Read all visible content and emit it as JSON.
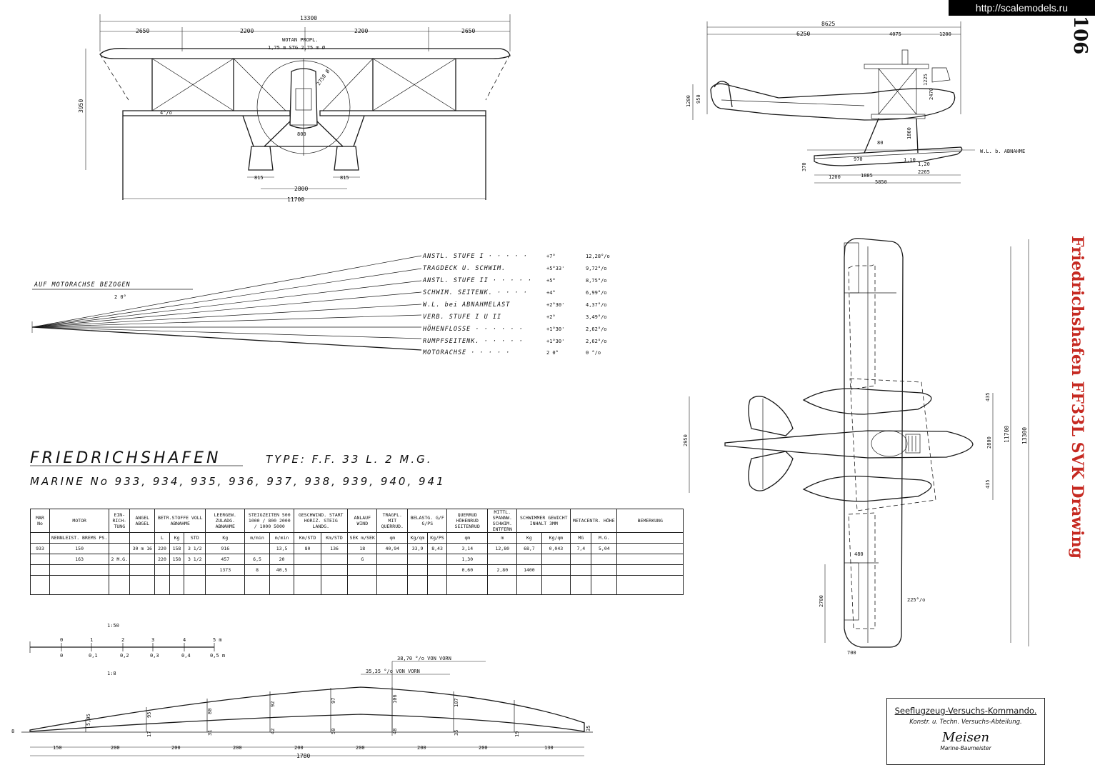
{
  "watermark": "http://scalemodels.ru",
  "page_number": "106",
  "side_title": "Friedrichshafen FF33L SVK Drawing",
  "front_view": {
    "span": "13300",
    "segments": [
      "2650",
      "2200",
      "2200",
      "2650"
    ],
    "prop_label": "WOTAN PROPL.",
    "prop_dims": "1,75 m STG   2,75 m Ø",
    "prop_dia": "2750 Ø",
    "height": "3950",
    "dihedral": "4°/o",
    "fuselage_w": "800",
    "float_w_l": "815",
    "float_w_r": "815",
    "float_track": "2800",
    "lower_span": "11700"
  },
  "side_view": {
    "length": "8625",
    "length2": "6250",
    "nose": "4075",
    "nose2": "1200",
    "fin_h": "1200",
    "fin_w": "950",
    "h1": "1225",
    "h2": "2470",
    "gear_h": "1860",
    "wl_label": "W.L. b. ABNAHME",
    "step": "970",
    "step_a": "1,10",
    "step_b": "1,20",
    "gap": "80",
    "f1": "1200",
    "f2": "1885",
    "f3": "2265",
    "f_total": "5850",
    "keel": "370"
  },
  "angles": {
    "axis_label": "AUF MOTORACHSE BEZOGEN",
    "axis_angle": "2 0°",
    "rows": [
      {
        "name": "ANSTL. STUFE I · · · · ·",
        "deg": "+7°",
        "pct": "12,28°/o"
      },
      {
        "name": "TRAGDECK U. SCHWIM.",
        "deg": "+5°33'",
        "pct": "9,72°/o"
      },
      {
        "name": "ANSTL. STUFE II · · · · ·",
        "deg": "+5°",
        "pct": "8,75°/o"
      },
      {
        "name": "SCHWIM. SEITENK. · · · ·",
        "deg": "+4°",
        "pct": "6,99°/o"
      },
      {
        "name": "W.L. bei ABNAHMELAST",
        "deg": "+2°30'",
        "pct": "4,37°/o"
      },
      {
        "name": "VERB. STUFE I U II",
        "deg": "+2°",
        "pct": "3,49°/o"
      },
      {
        "name": "HÖHENFLOSSE · · · · · ·",
        "deg": "+1°30'",
        "pct": "2,62°/o"
      },
      {
        "name": "RUMPFSEITENK. · · · · ·",
        "deg": "+1°30'",
        "pct": "2,62°/o"
      },
      {
        "name": "MOTORACHSE · · · · ·",
        "deg": "2 0°",
        "pct": "0   °/o"
      }
    ]
  },
  "title": {
    "line1": "FRIEDRICHSHAFEN",
    "type": "TYPE: F.F. 33 L. 2 M.G.",
    "line2": "MARINE No 933, 934, 935, 936, 937, 938, 939, 940, 941"
  },
  "spec_table": {
    "h1": [
      "MAR No",
      "MOTOR",
      "EIN-RICH-TUNG",
      "ANGEL ABGEL",
      "BETR.STOFFE VOLL ABNAHME",
      "LEERGEW. ZULADG. ABNAHME",
      "STEIGZEITEN 500 1000 / 800 2000 / 1000 5000",
      "GESCHWIND. START HORIZ. STEIG LANDG.",
      "ANLAUF WIND",
      "TRAGFL. MIT QUERRUD.",
      "BELASTG. G/F G/PS",
      "QUERRUD HÖHENRUD SEITENRUD",
      "MITTL. SPANNW. SCHWIM. ENTFERN",
      "SCHWIMMER GEWICHT INHALT 3MM",
      "METACENTR. HÖHE",
      "BEMERKUNG"
    ],
    "units": [
      "",
      "NENNLEIST. BREMS PS.",
      "",
      "",
      "L",
      "Kg",
      "STD",
      "Kg",
      "m/min",
      "m/min",
      "Km/STD",
      "Km/STD",
      "SEK m/SEK",
      "qm",
      "Kg/qm",
      "Kg/PS",
      "qm",
      "m",
      "Kg",
      "Kg/qm",
      "MG",
      "M.G."
    ],
    "r1": [
      "933",
      "150",
      "",
      "30 m 16",
      "220",
      "158",
      "3 1/2",
      "916",
      "",
      "13,5",
      "80",
      "136",
      "18",
      "40,94",
      "33,9",
      "8,43",
      "3,14",
      "12,80",
      "68,7",
      "0,043",
      "7,4",
      "5,04"
    ],
    "r2": [
      "",
      "163",
      "2 M.G.",
      "",
      "220",
      "158",
      "3 1/2",
      "457",
      "6,5",
      "20",
      "",
      "",
      "G",
      "",
      "",
      "",
      "1,30",
      "",
      "",
      "",
      "",
      ""
    ],
    "r3": [
      "",
      "",
      "",
      "",
      "",
      "",
      "",
      "1373",
      "8",
      "40,5",
      "",
      "",
      "",
      "",
      "",
      "",
      "0,60",
      "2,80",
      "1400",
      "",
      "",
      ""
    ]
  },
  "scale_bar": {
    "top_label": "1:50",
    "bottom_label": "1:8",
    "top_ticks": [
      "0",
      "1",
      "2",
      "3",
      "4",
      "5 m"
    ],
    "bottom_ticks": [
      "0",
      "0,1",
      "0,2",
      "0,3",
      "0,4",
      "0,5 m"
    ]
  },
  "profile": {
    "cp1": "38,70 °/o VON VORN",
    "cp2": "35,35 °/o VON VORN",
    "ords_top": [
      "5,95",
      "95",
      "80",
      "92",
      "97",
      "106",
      "107",
      "35"
    ],
    "ords_bot": [
      "17",
      "31",
      "42",
      "50",
      "48",
      "35",
      "19"
    ],
    "le": "8",
    "stations": [
      "150",
      "200",
      "200",
      "200",
      "200",
      "200",
      "200",
      "200",
      "130"
    ],
    "chord": "1780"
  },
  "plan_view": {
    "span": "13300",
    "lower_span": "11700",
    "tail_span": "2950",
    "float_track": "2800",
    "float_w1": "435",
    "float_w2": "435",
    "aileron": "480",
    "aileron_len": "2700",
    "tip": "700",
    "sweep": "225°/o"
  },
  "stamp": {
    "line1": "Seeflugzeug-Versuchs-Kommando.",
    "line2": "Konstr. u. Techn. Versuchs-Abteilung.",
    "signature": "Meisen",
    "line3": "Marine-Baumeister"
  }
}
